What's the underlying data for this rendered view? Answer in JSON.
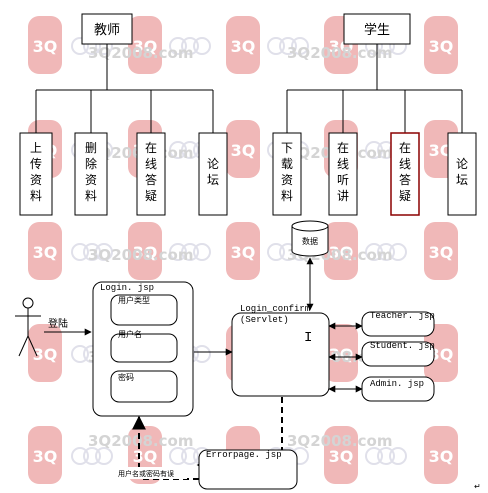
{
  "teacher": {
    "title": "教师",
    "items": [
      "上传资料",
      "删除资料",
      "在线答疑",
      "论坛"
    ]
  },
  "student": {
    "title": "学生",
    "items": [
      "下载资料",
      "在线听讲",
      "在线答疑",
      "论坛"
    ]
  },
  "database": {
    "label": "数据"
  },
  "login": {
    "title": "Login. jsp",
    "fields": [
      "用户类型",
      "用户名",
      "密码"
    ],
    "actor_label": "登陆"
  },
  "servlet": {
    "title": "Login_confirm",
    "subtitle": "(Servlet)",
    "cursor": "I"
  },
  "targets": [
    "Teacher. jsp",
    "Student. jsp",
    "Admin. jsp"
  ],
  "error": {
    "title": "Errorpage. jsp",
    "message": "用户名或密码有误"
  },
  "watermark": {
    "text": "3Q2008.com",
    "logo": "3Q"
  },
  "colors": {
    "line": "#000000",
    "highlight_border": "#8b0000",
    "watermark_logo": "#f0b8b8",
    "watermark_text": "#d4d4d4",
    "watermark_rings": "#e0e0ea"
  }
}
